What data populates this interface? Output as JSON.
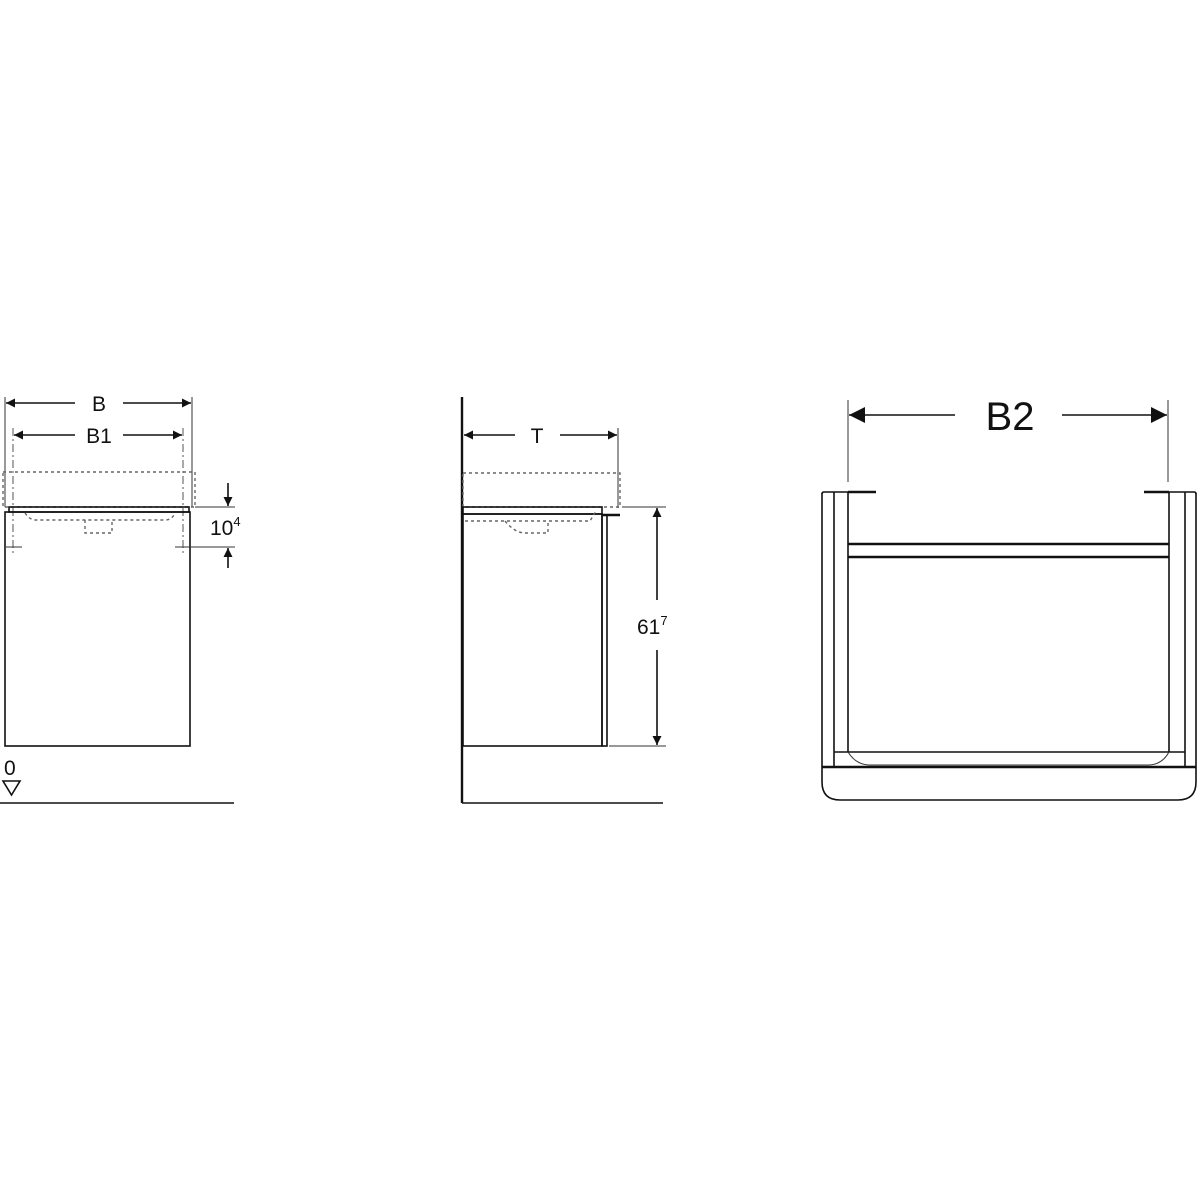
{
  "front_view": {
    "width_label": "B",
    "inner_width_label": "B1",
    "height_offset_main": "10",
    "height_offset_sup": "4",
    "floor_label": "0"
  },
  "side_view": {
    "depth_label": "T",
    "height_main": "61",
    "height_sup": "7"
  },
  "top_view": {
    "inner_width_label": "B2"
  }
}
